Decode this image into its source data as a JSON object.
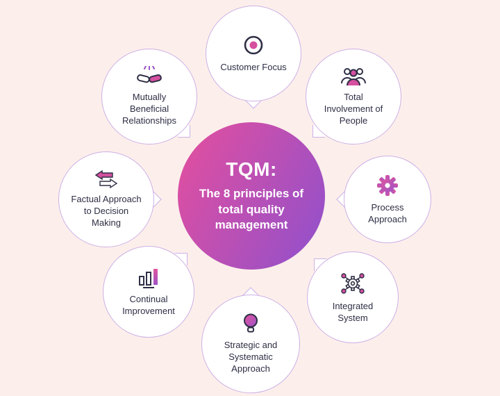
{
  "center": {
    "heading": "TQM:",
    "subtitle": "The 8 principles of total quality management"
  },
  "nodes": [
    {
      "label": "Customer Focus",
      "icon": "target-icon"
    },
    {
      "label": "Total Involvement of People",
      "icon": "people-icon"
    },
    {
      "label": "Process Approach",
      "icon": "gear-icon"
    },
    {
      "label": "Integrated System",
      "icon": "network-gear-icon"
    },
    {
      "label": "Strategic and Systematic Approach",
      "icon": "lightbulb-icon"
    },
    {
      "label": "Continual Improvement",
      "icon": "bar-chart-icon"
    },
    {
      "label": "Factual Approach to Decision Making",
      "icon": "arrows-icon"
    },
    {
      "label": "Mutually Beneficial Relationships",
      "icon": "handshake-icon"
    }
  ],
  "colors": {
    "background": "#fcefeb",
    "bubble_background": "#ffffff",
    "bubble_border": "#cdafe6",
    "gradient_start": "#dd4fa2",
    "gradient_end": "#9750c8",
    "label_text": "#2e2e45",
    "center_text": "#ffffff",
    "icon_pink": "#d5509f",
    "icon_dark": "#2e2e45"
  }
}
